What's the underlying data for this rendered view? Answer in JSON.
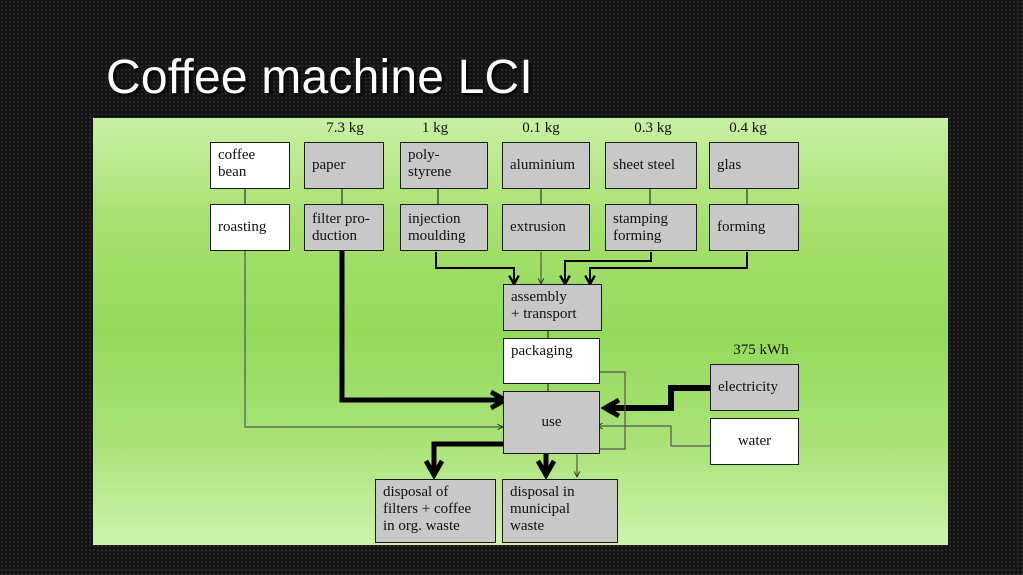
{
  "slide": {
    "title": "Coffee machine LCI"
  },
  "weights": {
    "paper": "7.3 kg",
    "polystyrene": "1 kg",
    "aluminium": "0.1 kg",
    "sheet_steel": "0.3 kg",
    "glas": "0.4 kg",
    "electricity": "375 kWh"
  },
  "boxes": {
    "coffee_bean": "coffee\nbean",
    "paper": "paper",
    "polystyrene": "poly-\nstyrene",
    "aluminium": "aluminium",
    "sheet_steel": "sheet steel",
    "glas": "glas",
    "roasting": "roasting",
    "filter_production": "filter pro-\nduction",
    "injection_moulding": "injection\nmoulding",
    "extrusion": "extrusion",
    "stamping_forming": "stamping\nforming",
    "forming": "forming",
    "assembly_transport": "assembly\n+ transport",
    "packaging": "packaging",
    "electricity": "electricity",
    "use": "use",
    "water": "water",
    "disposal_org": "disposal of\nfilters + coffee\nin org. waste",
    "disposal_municipal": "disposal in\nmunicipal\nwaste"
  },
  "colors": {
    "process_box": "#c8c8c8",
    "input_box": "#ffffff",
    "flow_line": "#000000",
    "thin_flow": "#555555"
  }
}
